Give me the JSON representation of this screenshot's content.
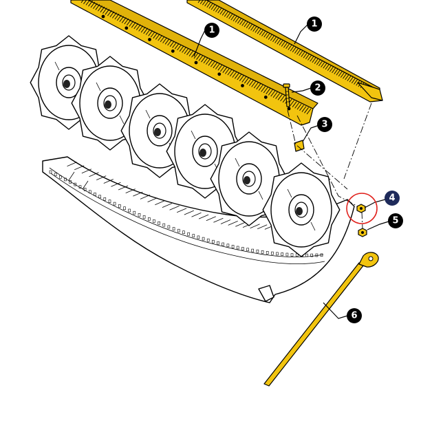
{
  "diagram": {
    "colors": {
      "highlight_part": "#F2C40F",
      "callout_fill": "#000000",
      "callout_highlight_fill": "#1E2A5A",
      "highlight_ring": "#E0201B"
    },
    "callouts": [
      {
        "id": "c1a",
        "label": "1"
      },
      {
        "id": "c1b",
        "label": "1"
      },
      {
        "id": "c2",
        "label": "2"
      },
      {
        "id": "c3",
        "label": "3"
      },
      {
        "id": "c4",
        "label": "4",
        "highlighted": true
      },
      {
        "id": "c5",
        "label": "5"
      },
      {
        "id": "c6",
        "label": "6"
      }
    ]
  }
}
